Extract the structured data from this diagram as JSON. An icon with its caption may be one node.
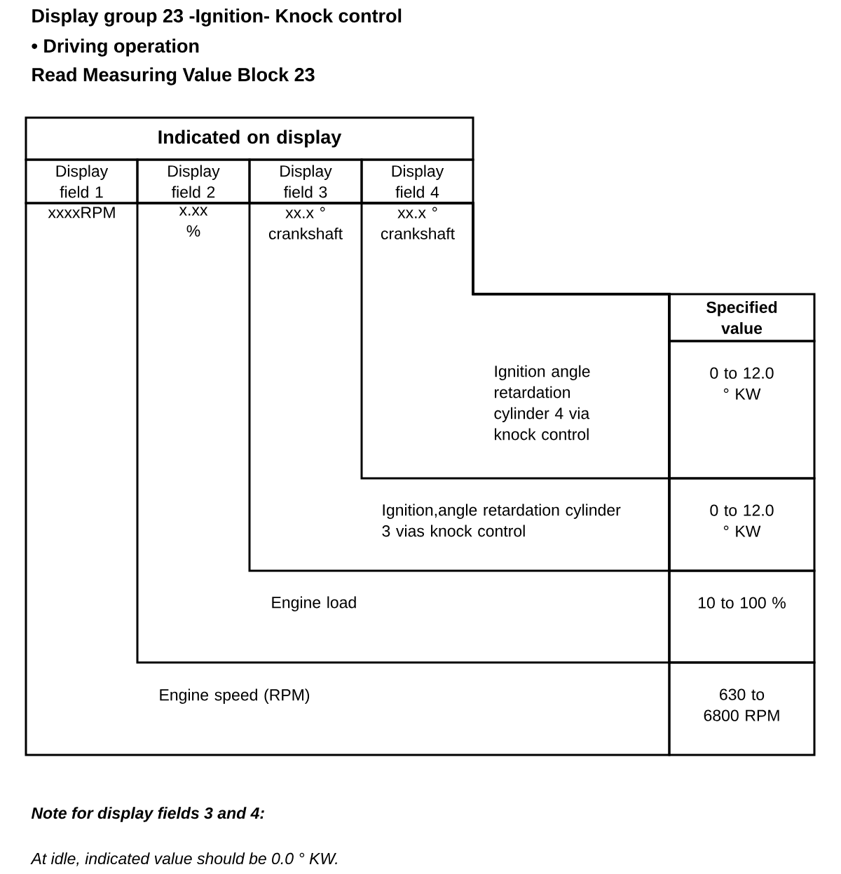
{
  "diagram": {
    "title": "Display group 23 -Ignition- Knock control",
    "nodes": [
      {
        "text": [
          "Indicated on display"
        ]
      },
      {
        "text": [
          "Display field 1"
        ]
      },
      {
        "text": [
          "Display field 2"
        ]
      },
      {
        "text": [
          "Display field 3"
        ]
      },
      {
        "text": [
          "Display field 4"
        ]
      },
      {
        "text": [
          "Specified value"
        ]
      },
      {
        "text": [
          "xxxxRPM",
          "Engine speed (RPM)"
        ]
      },
      {
        "text": [
          "x.xx %",
          "Engine load"
        ],
        "in": 6
      },
      {
        "text": [
          "xx.x ° crankshaft",
          "Ignition,angle retardation cylinder 3 vias knock control"
        ],
        "in": 7
      },
      {
        "text": [
          "xx.x ° crankshaft",
          "Ignition angle retardation cylinder 4 via knock control"
        ],
        "in": 8
      },
      {
        "text": [
          "0 to 12.0 ° KW"
        ]
      },
      {
        "text": [
          "0 to 12.0 ° KW"
        ]
      },
      {
        "text": [
          "10 to 100 %"
        ]
      },
      {
        "text": [
          "630 to 6800 RPM"
        ]
      }
    ],
    "labels": [
      "• Driving operation",
      "Read Measuring Value Block 23",
      "Note for display fields 3 and 4:",
      "At idle, indicated value should be 0.0 ° KW."
    ]
  }
}
